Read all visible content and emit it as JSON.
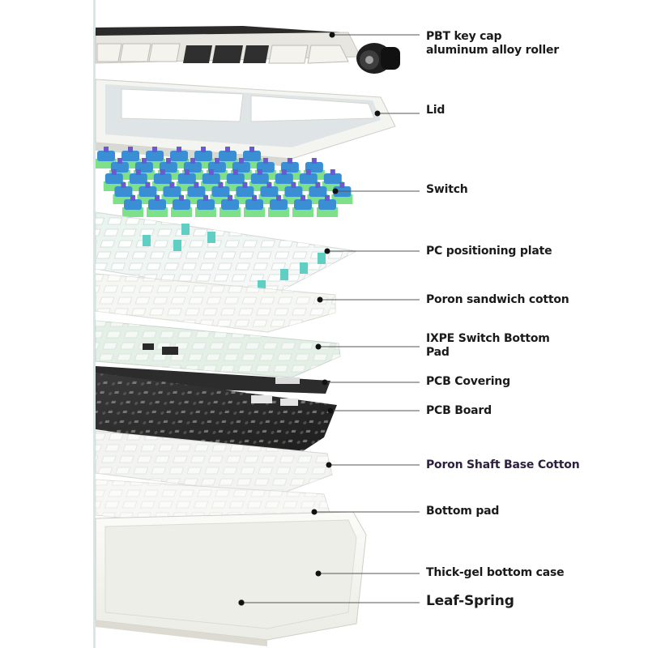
{
  "labels": [
    {
      "id": "pbt-key-cap",
      "lines": [
        "PBT key cap",
        "aluminum alloy roller"
      ]
    },
    {
      "id": "lid",
      "lines": [
        "Lid"
      ]
    },
    {
      "id": "switch",
      "lines": [
        "Switch"
      ]
    },
    {
      "id": "pc-positioning-plate",
      "lines": [
        "PC positioning plate"
      ]
    },
    {
      "id": "poron-sandwich-cotton",
      "lines": [
        "Poron sandwich cotton"
      ]
    },
    {
      "id": "ixpe-switch-bottom-pad",
      "lines": [
        "IXPE Switch Bottom",
        "Pad"
      ]
    },
    {
      "id": "pcb-covering",
      "lines": [
        "PCB Covering"
      ]
    },
    {
      "id": "pcb-board",
      "lines": [
        "PCB Board"
      ]
    },
    {
      "id": "poron-shaft-base-cotton",
      "lines": [
        "Poron Shaft Base Cotton"
      ]
    },
    {
      "id": "bottom-pad",
      "lines": [
        "Bottom pad"
      ]
    },
    {
      "id": "thick-gel-bottom-case",
      "lines": [
        "Thick-gel bottom case"
      ]
    },
    {
      "id": "leaf-spring",
      "lines": [
        "Leaf-Spring"
      ]
    }
  ],
  "colors": {
    "label_text": "#1a1a1a",
    "leader_line": "#555555",
    "switch_blue": "#3a8fd4",
    "switch_green": "#7fe08a",
    "switch_stem": "#6a5acd",
    "pcb": "#2a2a2a",
    "case": "#f2f2ee"
  }
}
